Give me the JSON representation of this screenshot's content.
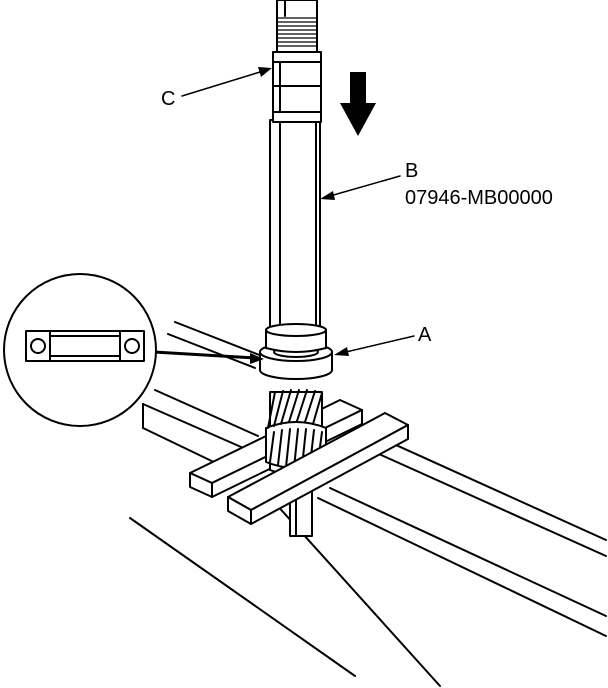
{
  "labels": {
    "c": "C",
    "b": "B",
    "b_part_number": "07946-MB00000",
    "a": "A"
  },
  "icons": {
    "direction_arrow": "arrow-down-icon",
    "bearing_detail": "bearing-cross-section-icon"
  },
  "colors": {
    "line": "#000000",
    "background": "#ffffff"
  }
}
